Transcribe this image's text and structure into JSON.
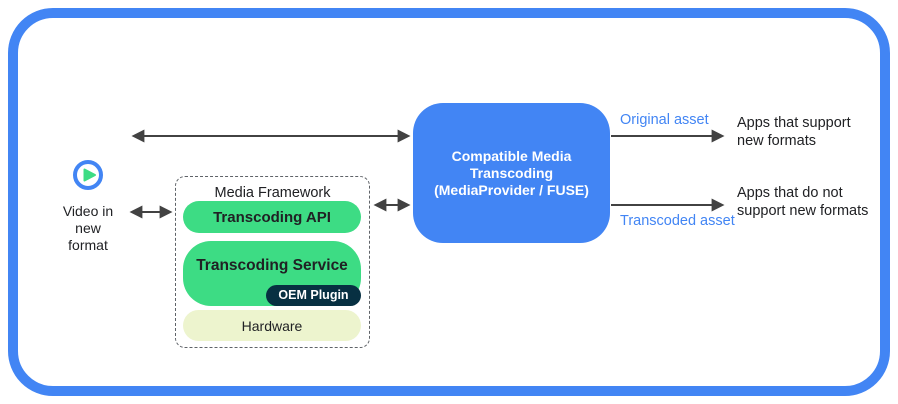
{
  "source": {
    "icon": "play",
    "label": "Video in new format"
  },
  "media_framework": {
    "title": "Media Framework",
    "api_label": "Transcoding API",
    "service_label": "Transcoding Service",
    "oem_label": "OEM Plugin",
    "hardware_label": "Hardware"
  },
  "transcoder": {
    "title_line1": "Compatible Media Transcoding",
    "title_line2": "(MediaProvider / FUSE)"
  },
  "flows": {
    "original_label": "Original asset",
    "transcoded_label": "Transcoded asset"
  },
  "targets": {
    "supported": "Apps that support new formats",
    "unsupported": "Apps that do not support new formats"
  },
  "colors": {
    "accent_blue": "#4285F4",
    "android_green": "#3DDC84",
    "plugin_navy": "#073042",
    "hardware_lime": "#EDF4CE",
    "arrow_gray": "#424242",
    "text_dark": "#202124",
    "frame_blue": "#4285F4"
  }
}
